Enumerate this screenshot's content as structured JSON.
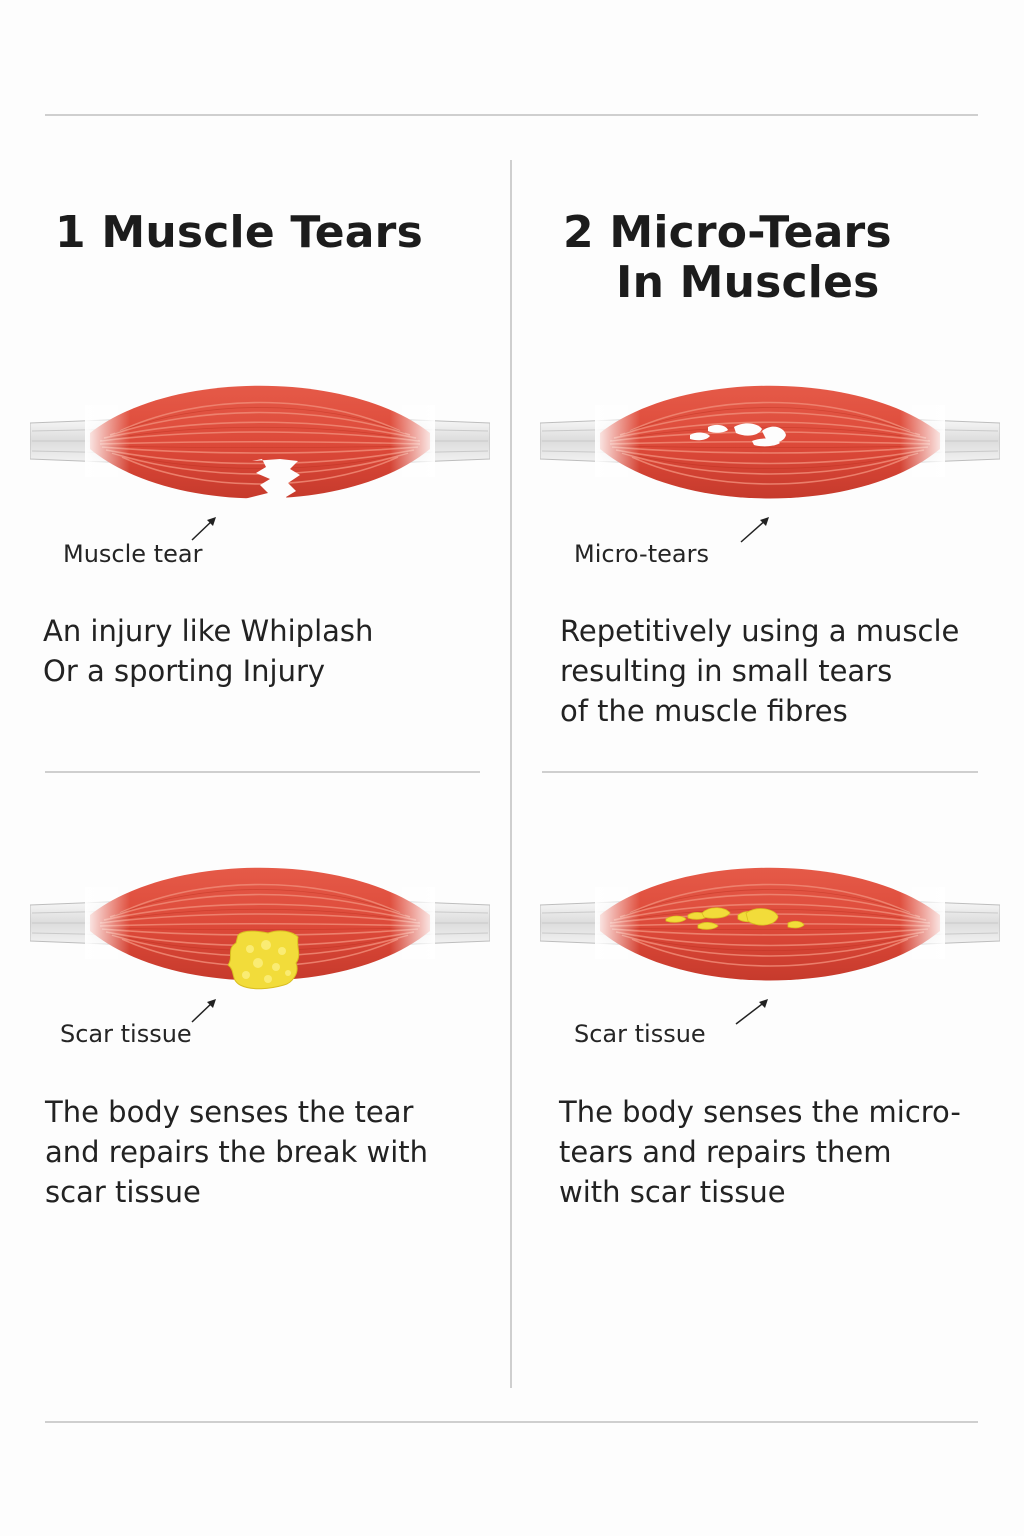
{
  "panels": [
    {
      "number": "1",
      "title_lines": [
        "Muscle Tears"
      ],
      "top": {
        "callout": "Muscle tear",
        "description": [
          "An injury like Whiplash",
          "Or a sporting Injury"
        ]
      },
      "bottom": {
        "callout": "Scar tissue",
        "description": [
          "The body senses the tear",
          "and repairs the break with",
          "scar tissue"
        ]
      }
    },
    {
      "number": "2",
      "title_lines": [
        "Micro-Tears",
        "In Muscles"
      ],
      "top": {
        "callout": "Micro-tears",
        "description": [
          "Repetitively using a muscle",
          "resulting in small tears",
          "of the muscle fibres"
        ]
      },
      "bottom": {
        "callout": "Scar tissue",
        "description": [
          "The body senses the micro-",
          "tears and repairs them",
          "with scar tissue"
        ]
      }
    }
  ],
  "colors": {
    "muscle": "#dd4a3a",
    "muscle_dark": "#c23a2c",
    "tendon": "#e6e6e6",
    "scar": "#f3de3c",
    "rule": "#cfcfcf"
  }
}
